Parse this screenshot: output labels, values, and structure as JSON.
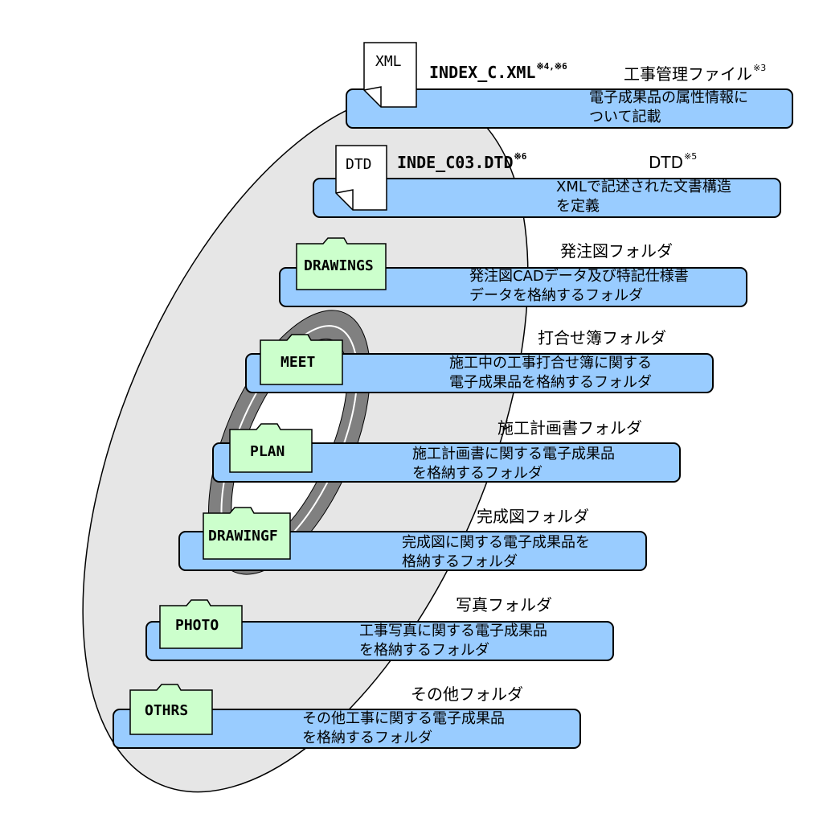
{
  "files": [
    {
      "icon_label": "XML",
      "name": "INDEX_C.XML",
      "name_sup": "※4,※6",
      "title": "工事管理ファイル",
      "title_sup": "※3",
      "desc_line1": "電子成果品の属性情報に",
      "desc_line2": "ついて記載"
    },
    {
      "icon_label": "DTD",
      "name": "INDE_C03.DTD",
      "name_sup": "※6",
      "title": "DTD",
      "title_sup": "※5",
      "desc_line1": "XMLで記述された文書構造",
      "desc_line2": "を定義"
    }
  ],
  "folders": [
    {
      "label": "DRAWINGS",
      "title": "発注図フォルダ",
      "desc_line1": "発注図CADデータ及び特記仕様書",
      "desc_line2": "データを格納するフォルダ"
    },
    {
      "label": "MEET",
      "title": "打合せ簿フォルダ",
      "desc_line1": "施工中の工事打合せ簿に関する",
      "desc_line2": "電子成果品を格納するフォルダ"
    },
    {
      "label": "PLAN",
      "title": "施工計画書フォルダ",
      "desc_line1": "施工計画書に関する電子成果品",
      "desc_line2": "を格納するフォルダ"
    },
    {
      "label": "DRAWINGF",
      "title": "完成図フォルダ",
      "desc_line1": "完成図に関する電子成果品を",
      "desc_line2": "格納するフォルダ"
    },
    {
      "label": "PHOTO",
      "title": "写真フォルダ",
      "desc_line1": "工事写真に関する電子成果品",
      "desc_line2": "を格納するフォルダ"
    },
    {
      "label": "OTHRS",
      "title": "その他フォルダ",
      "desc_line1": "その他工事に関する電子成果品",
      "desc_line2": "を格納するフォルダ"
    }
  ],
  "colors": {
    "bar": "#99ccff",
    "folder": "#ccffcc",
    "disc": "#e6e6e6",
    "ring": "#808080"
  }
}
